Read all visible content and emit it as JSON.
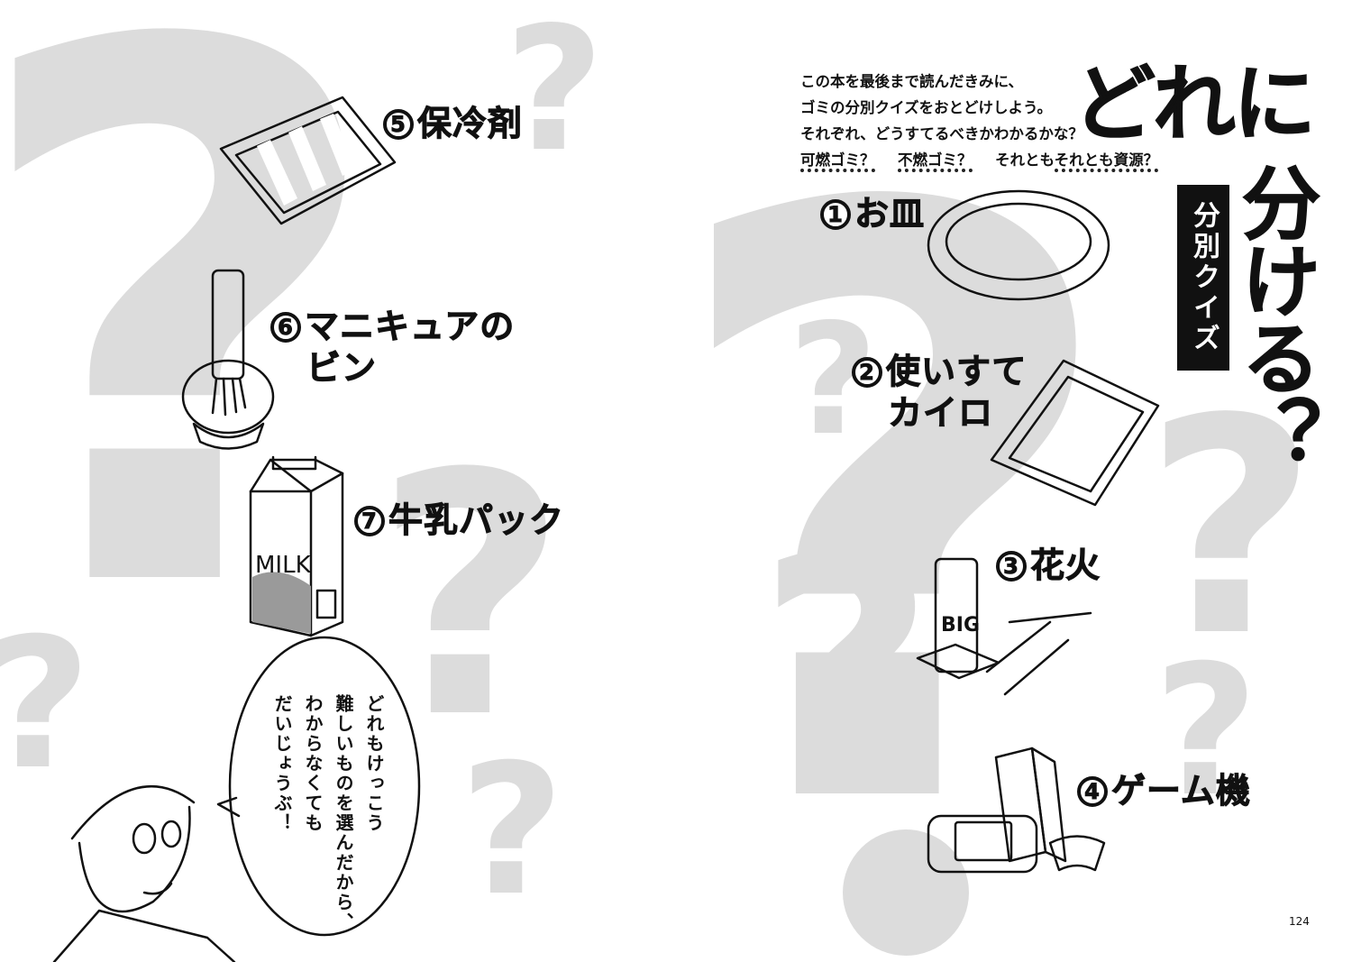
{
  "title": {
    "line1": "どれに",
    "line2": "分ける？",
    "tag": "分別クイズ"
  },
  "intro": {
    "line1": "この本を最後まで読んだきみに、",
    "line2": "ゴミの分別クイズをおとどけしよう。",
    "line3": "それぞれ、どうすてるべきかわかるかな？",
    "options": [
      "可燃ゴミ？",
      "不燃ゴミ？",
      "それとも資源？"
    ]
  },
  "items": [
    {
      "number": "1",
      "label": "お皿"
    },
    {
      "number": "2",
      "label_line1": "使いすて",
      "label_line2": "カイロ"
    },
    {
      "number": "3",
      "label": "花火"
    },
    {
      "number": "4",
      "label": "ゲーム機"
    },
    {
      "number": "5",
      "label": "保冷剤"
    },
    {
      "number": "6",
      "label_line1": "マニキュアの",
      "label_line2": "ビン"
    },
    {
      "number": "7",
      "label": "牛乳パック"
    }
  ],
  "milk_text": "MILK",
  "firework_text": "BIG",
  "speech": {
    "line1": "どれもけっこう",
    "line2": "難しいものを選んだから、",
    "line3": "わからなくても",
    "line4": "だいじょうぶ！"
  },
  "page_number": "124",
  "colors": {
    "question_mark_gray": "#dadada",
    "ink": "#111111"
  }
}
